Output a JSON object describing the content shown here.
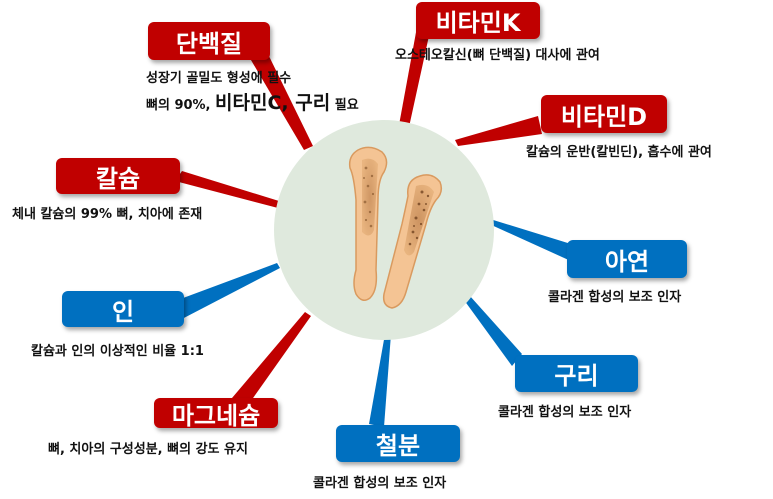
{
  "colors": {
    "red": "#c00000",
    "blue": "#0070c0",
    "circle": "#dfe9dd",
    "bone": "#f4c494"
  },
  "center": {
    "icon": "bone-cross-section-icon"
  },
  "nutrients": {
    "protein": {
      "label": "단백질",
      "desc_line1": "성장기 골밀도 형성에 필수",
      "desc_line2a": "뼈의 90%, ",
      "desc_line2b": "비타민C, 구리",
      "desc_line2c": " 필요"
    },
    "vitamin_k": {
      "label": "비타민K",
      "desc": "오스테오칼신(뼈 단백질) 대사에 관여"
    },
    "vitamin_d": {
      "label": "비타민D",
      "desc": "칼슘의 운반(칼빈딘), 흡수에 관여"
    },
    "calcium": {
      "label": "칼슘",
      "desc": "체내 칼슘의 99% 뼈, 치아에 존재"
    },
    "zinc": {
      "label": "아연",
      "desc": "콜라겐 합성의 보조 인자"
    },
    "phosphorus": {
      "label": "인",
      "desc": "칼슘과 인의 이상적인 비율 1:1"
    },
    "copper": {
      "label": "구리",
      "desc": "콜라겐 합성의 보조 인자"
    },
    "magnesium": {
      "label": "마그네슘",
      "desc": "뼈, 치아의 구성성분, 뼈의 강도 유지"
    },
    "iron": {
      "label": "철분",
      "desc": "콜라겐 합성의 보조 인자"
    }
  }
}
